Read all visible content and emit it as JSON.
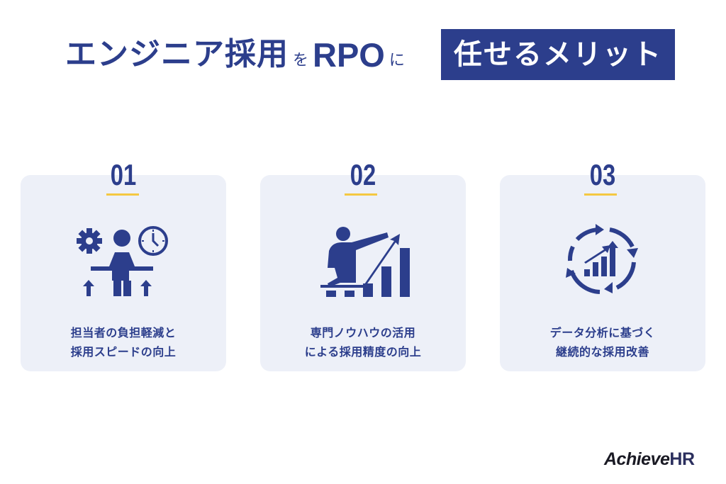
{
  "header": {
    "title_part1": "エンジニア採用",
    "particle1": "を",
    "title_rpo": "RPO",
    "particle2": "に",
    "title_highlight": "任せるメリット"
  },
  "colors": {
    "primary": "#2c3e8c",
    "card_bg": "#edf0f8",
    "accent_underline": "#f4c842",
    "background": "#ffffff"
  },
  "cards": [
    {
      "number": "01",
      "icon": "person-gear-clock-icon",
      "line1": "担当者の負担軽減と",
      "line2": "採用スピードの向上"
    },
    {
      "number": "02",
      "icon": "presenter-growth-chart-icon",
      "line1": "専門ノウハウの活用",
      "line2": "による採用精度の向上"
    },
    {
      "number": "03",
      "icon": "cycle-growth-chart-icon",
      "line1": "データ分析に基づく",
      "line2": "継続的な採用改善"
    }
  ],
  "logo": {
    "part1": "Achieve",
    "part2": "HR"
  }
}
